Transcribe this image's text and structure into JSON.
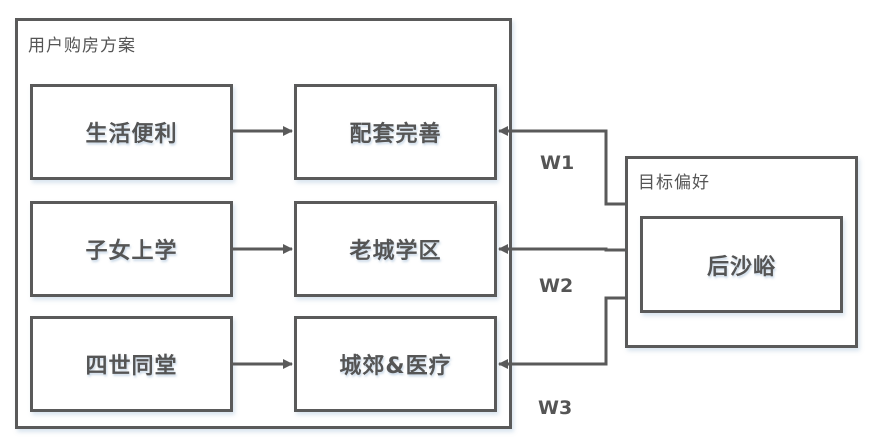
{
  "plan_group": {
    "title": "用户购房方案",
    "needs": [
      "生活便利",
      "子女上学",
      "四世同堂"
    ],
    "options": [
      "配套完善",
      "老城学区",
      "城郊&医疗"
    ]
  },
  "target_group": {
    "title": "目标偏好",
    "location": "后沙峪"
  },
  "weights": [
    "W1",
    "W2",
    "W3"
  ],
  "colors": {
    "line": "#5a5a5a",
    "text": "#555555"
  }
}
